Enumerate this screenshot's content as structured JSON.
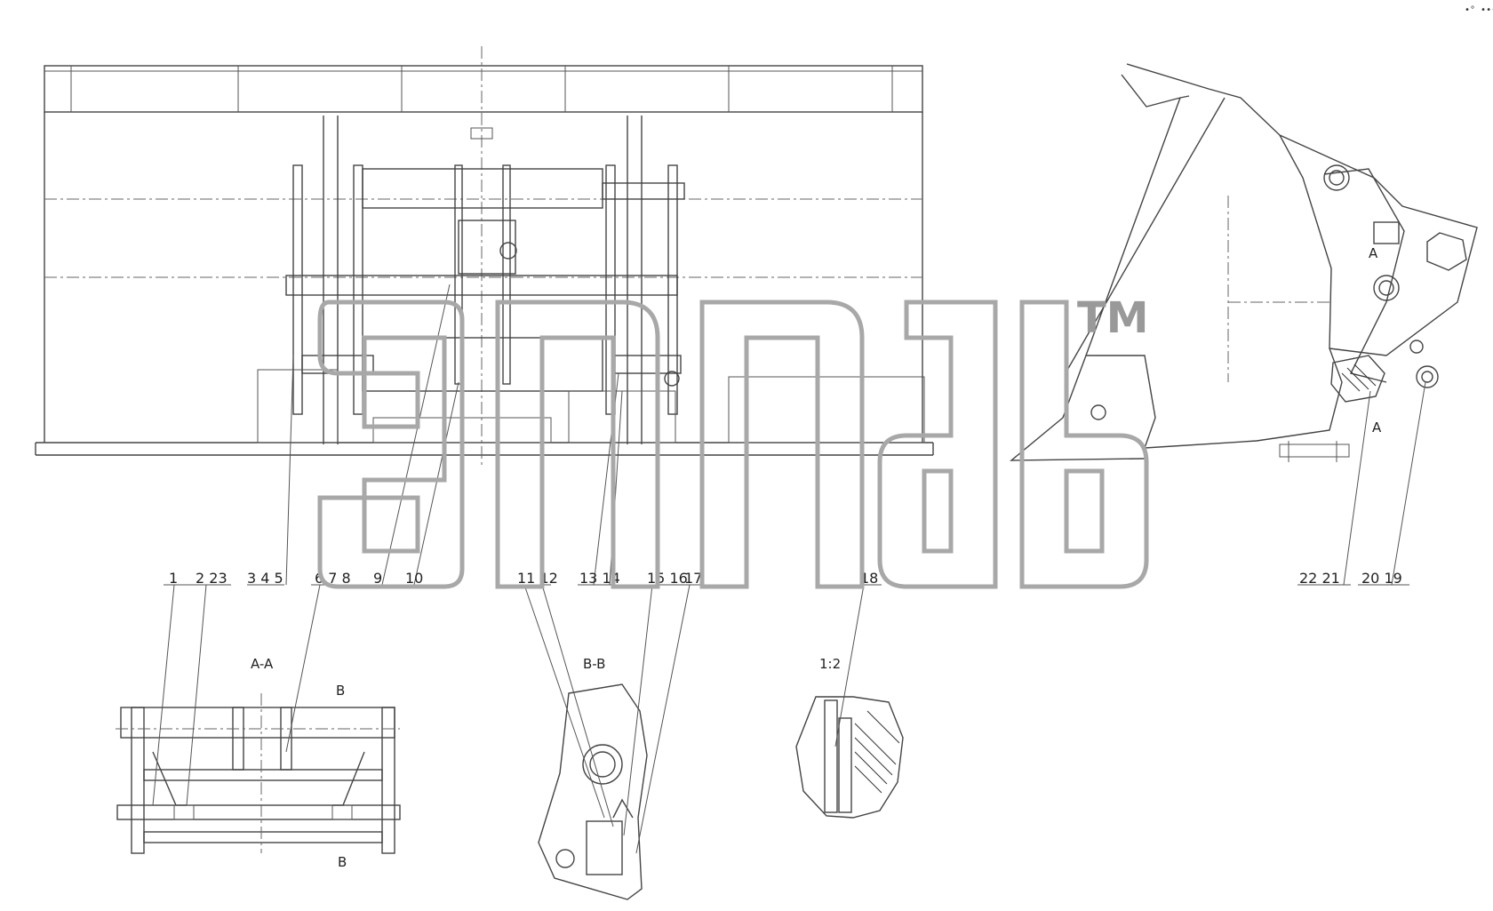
{
  "drawing": {
    "corner_mark": "•° •••",
    "part_callouts_top": [
      "1",
      "2 23",
      "3 4 5",
      "6 7 8",
      "9",
      "10",
      "11 12",
      "13 14",
      "15 16",
      "17",
      "18",
      "22 21",
      "20 19"
    ],
    "section_labels": {
      "aa": "A-A",
      "bb": "B-B",
      "detail_scale": "1:2",
      "cut_a_top": "A",
      "cut_a_bottom": "A",
      "cut_b_top": "B",
      "cut_b_bottom": "B"
    },
    "watermark": {
      "trademark": "TM"
    }
  }
}
